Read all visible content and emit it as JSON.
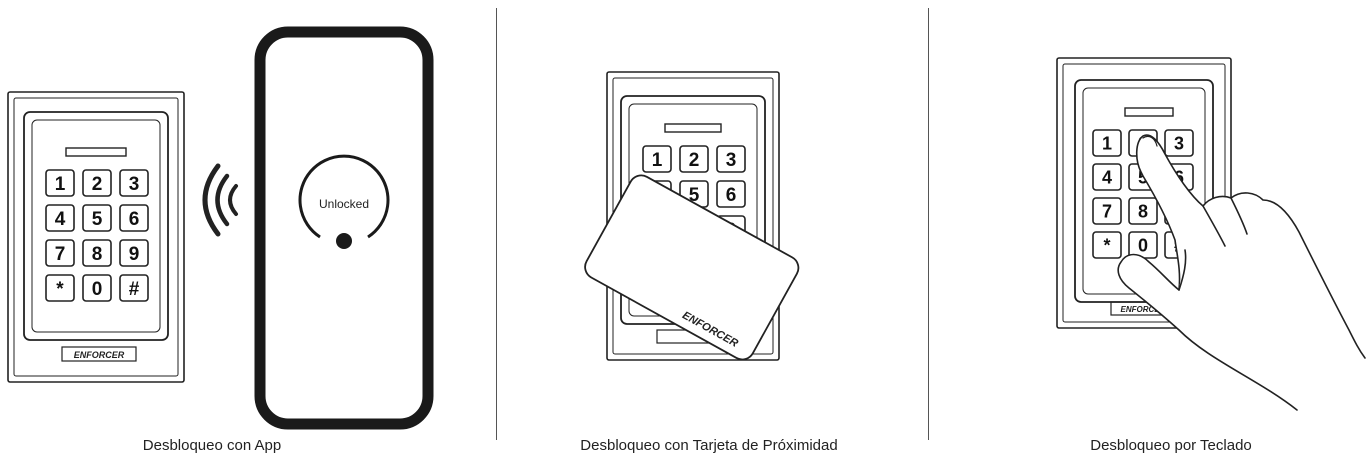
{
  "brand": "ENFORCER",
  "keypad_keys": [
    "1",
    "2",
    "3",
    "4",
    "5",
    "6",
    "7",
    "8",
    "9",
    "*",
    "0",
    "#"
  ],
  "phone": {
    "status": "Unlocked"
  },
  "captions": {
    "app": "Desbloqueo con App",
    "card": "Desbloqueo con Tarjeta de Próximidad",
    "keypad": "Desbloqueo por Teclado"
  },
  "icons": {
    "wireless": "wireless-signal-icon",
    "unlock": "unlock-ring-icon",
    "card": "proximity-card-icon",
    "hand": "hand-pressing-icon"
  },
  "colors": {
    "line": "#222222",
    "key_stroke": "#222222",
    "background": "#ffffff"
  }
}
